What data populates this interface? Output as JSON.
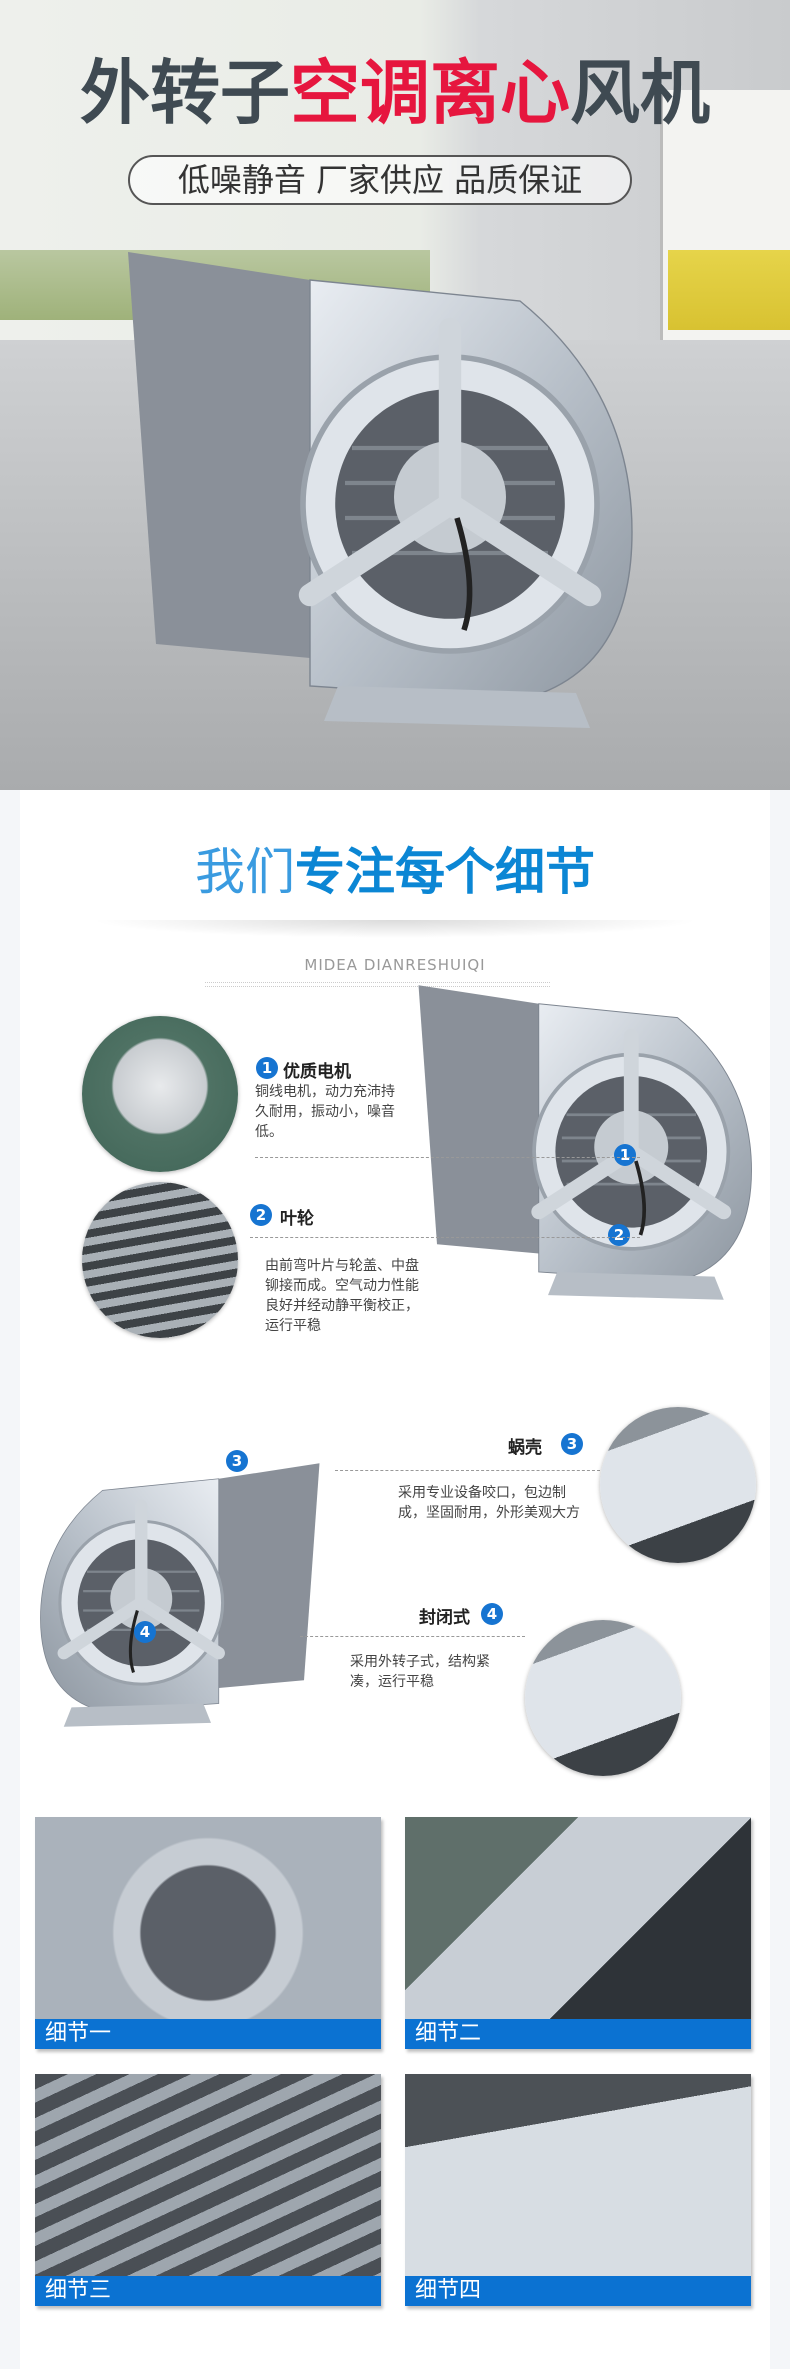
{
  "hero": {
    "title_part1": "外转子",
    "title_part2": "空调离心",
    "title_part3": "风机",
    "slogan": "低噪静音 厂家供应 品质保证"
  },
  "section": {
    "title_thin": "我们",
    "title_bold": "专注每个细节",
    "subtitle": "MIDEA DIANRESHUIQI"
  },
  "features": [
    {
      "num": "1",
      "label": "优质电机",
      "text": "铜线电机，动力充沛持久耐用，振动小，噪音低。"
    },
    {
      "num": "2",
      "label": "叶轮",
      "text": "由前弯叶片与轮盖、中盘铆接而成。空气动力性能良好并经动静平衡校正，运行平稳"
    },
    {
      "num": "3",
      "label": "蜗壳",
      "text": "采用专业设备咬口，包边制成，坚固耐用，外形美观大方"
    },
    {
      "num": "4",
      "label": "封闭式",
      "text": "采用外转子式，结构紧凑，运行平稳"
    }
  ],
  "details": [
    {
      "caption": "细节一"
    },
    {
      "caption": "细节二"
    },
    {
      "caption": "细节三"
    },
    {
      "caption": "细节四"
    }
  ],
  "colors": {
    "accent_blue": "#0b72d2",
    "title_red": "#e6163e",
    "title_dark": "#3f4a52"
  }
}
